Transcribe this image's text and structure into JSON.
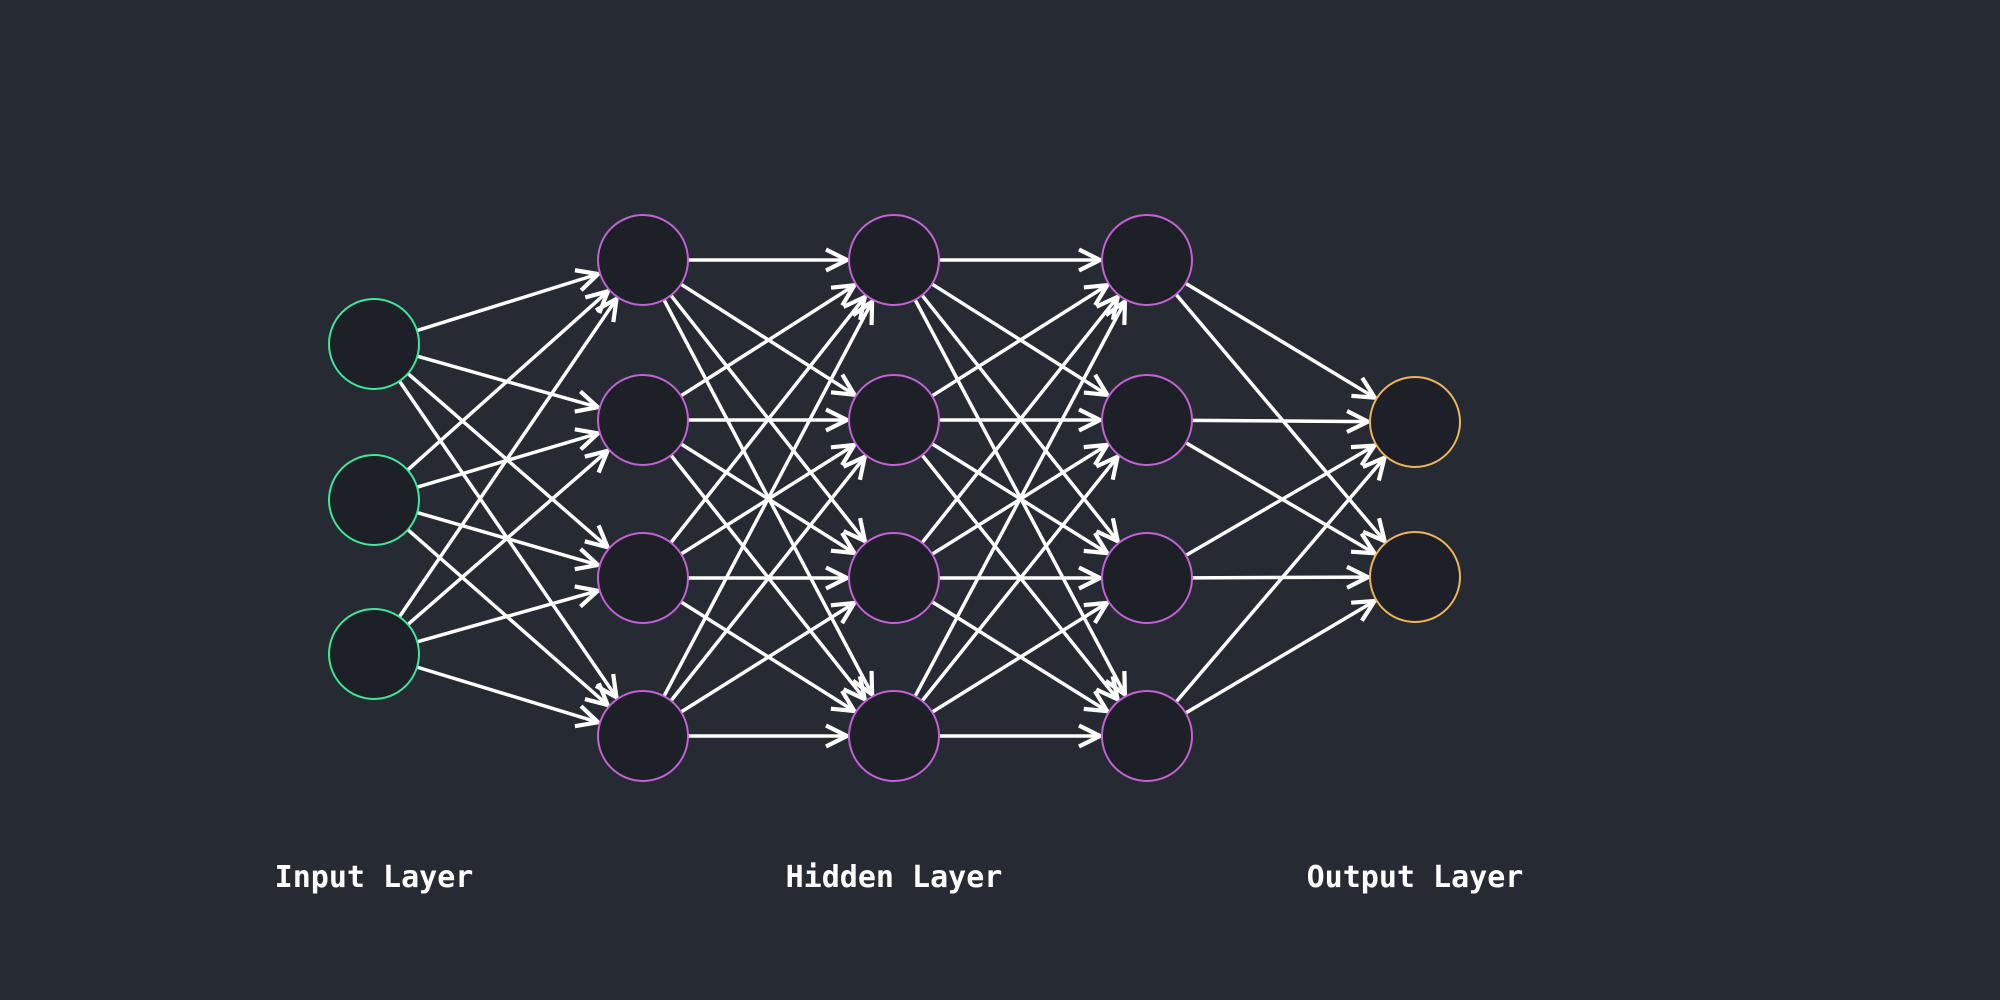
{
  "layers": [
    {
      "label": "Input Layer",
      "nodes": 3,
      "color": "#3ee89a"
    },
    {
      "label": "Hidden Layer",
      "nodes": 4,
      "color": "#c362d6"
    },
    {
      "label": "Hidden Layer",
      "nodes": 4,
      "color": "#c362d6"
    },
    {
      "label": "Hidden Layer",
      "nodes": 4,
      "color": "#c362d6"
    },
    {
      "label": "Output Layer",
      "nodes": 2,
      "color": "#f0b45a"
    }
  ],
  "captions": {
    "input": "Input Layer",
    "hidden": "Hidden Layer",
    "output": "Output Layer"
  },
  "colors": {
    "background": "#262a33",
    "node_fill": "#1e2028",
    "edge": "#ffffff"
  }
}
